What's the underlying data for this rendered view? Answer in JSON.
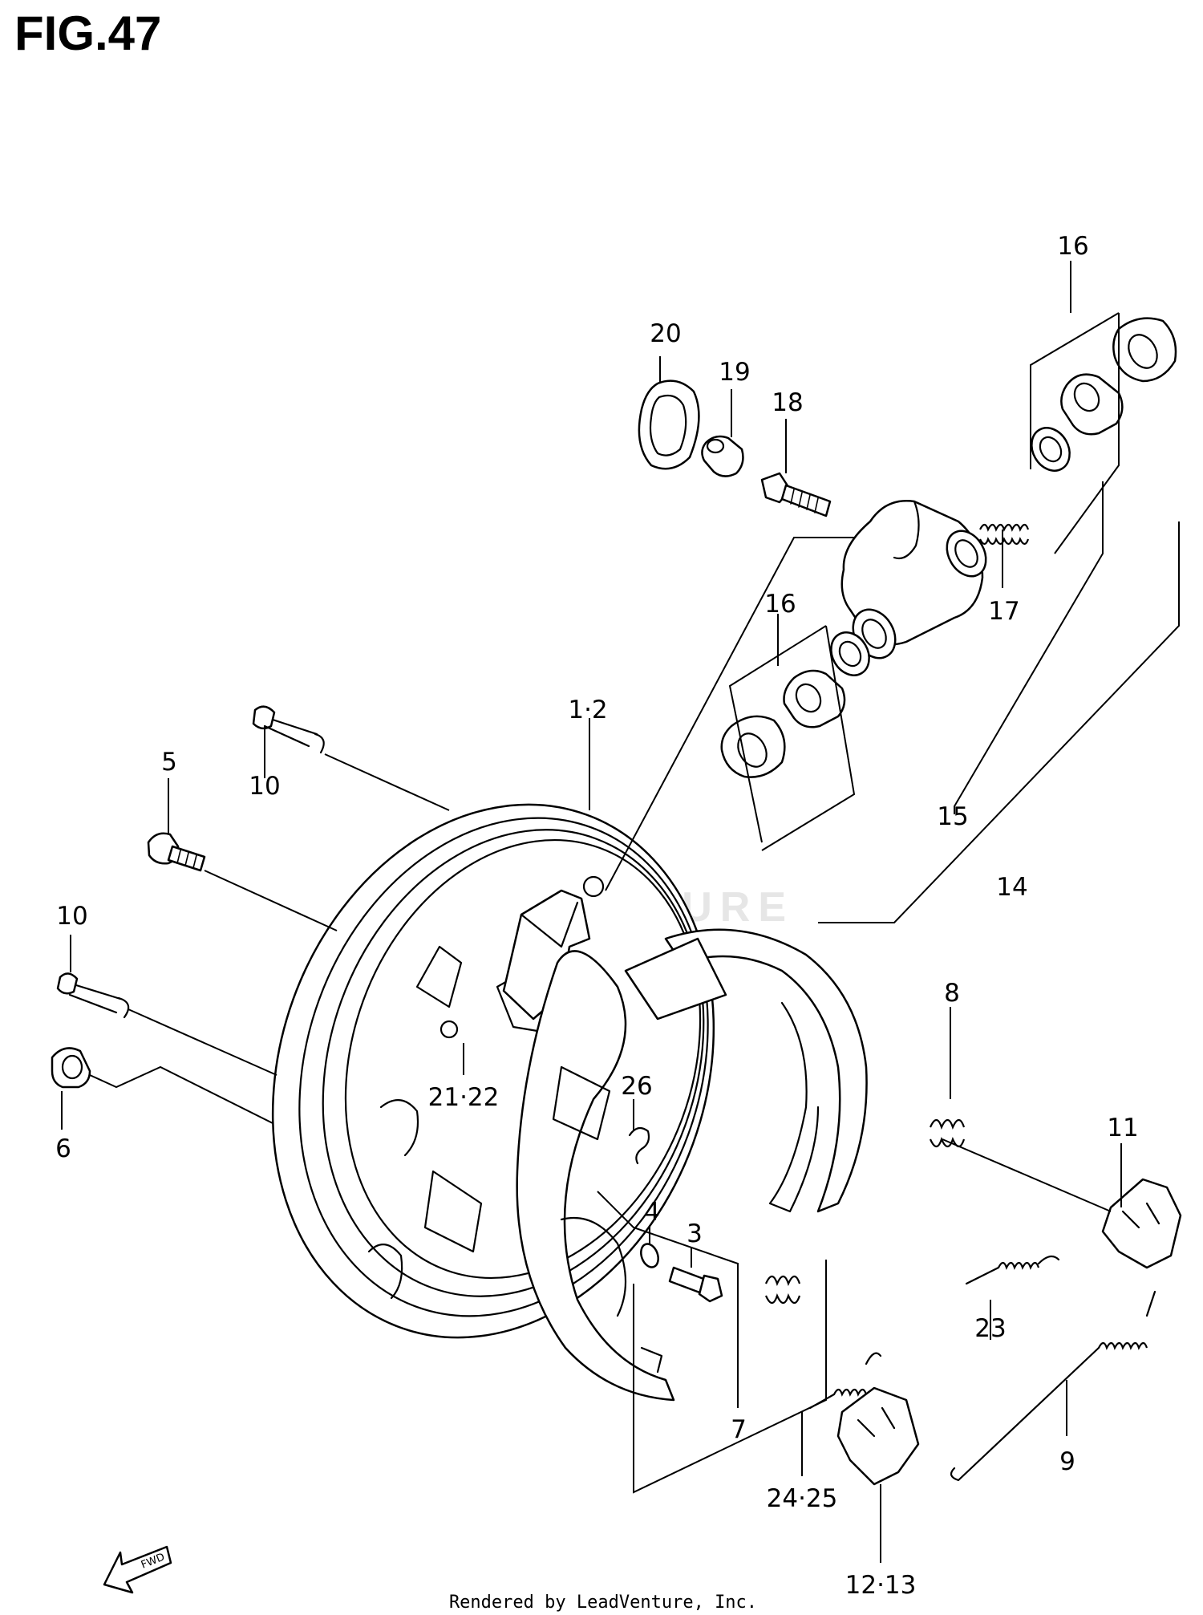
{
  "figure": {
    "title": "FIG.47",
    "footer": "Rendered by LeadVenture, Inc.",
    "watermark": "LEADVENTURE"
  },
  "fwd_label": "FWD",
  "callouts": {
    "c20": "20",
    "c19": "19",
    "c18": "18",
    "c16a": "16",
    "c16b": "16",
    "c17": "17",
    "c15": "15",
    "c14": "14",
    "c1_2": "1·2",
    "c5": "5",
    "c10a": "10",
    "c10b": "10",
    "c6": "6",
    "c21_22": "21·22",
    "c26": "26",
    "c4": "4",
    "c3": "3",
    "c8": "8",
    "c11": "11",
    "c23": "23",
    "c7": "7",
    "c9": "9",
    "c24_25": "24·25",
    "c12_13": "12·13"
  }
}
